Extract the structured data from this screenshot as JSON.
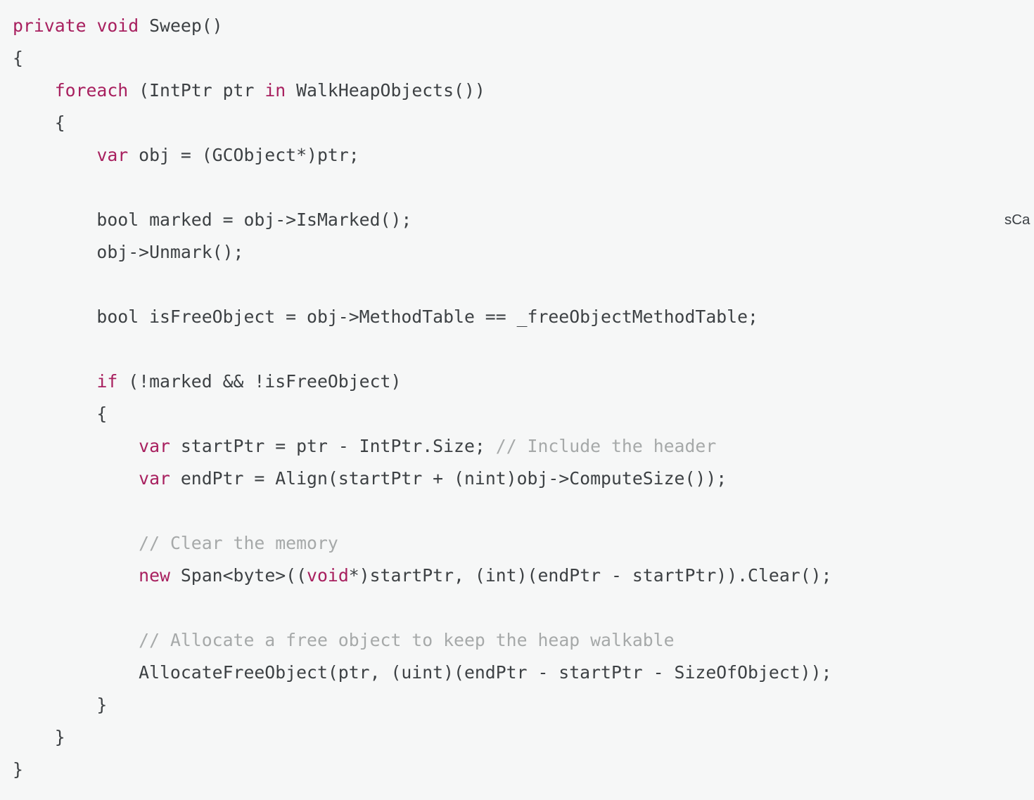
{
  "colors": {
    "background": "#f6f7f7",
    "text": "#3d4144",
    "keyword": "#a8205f",
    "comment": "#a6a9a9",
    "fragment_text": "#3b4045"
  },
  "code_block": {
    "language": "csharp",
    "lines": [
      [
        {
          "t": "k",
          "v": "private"
        },
        {
          "t": "p",
          "v": " "
        },
        {
          "t": "k",
          "v": "void"
        },
        {
          "t": "p",
          "v": " Sweep()"
        }
      ],
      [
        {
          "t": "p",
          "v": "{"
        }
      ],
      [
        {
          "t": "p",
          "v": "    "
        },
        {
          "t": "k",
          "v": "foreach"
        },
        {
          "t": "p",
          "v": " (IntPtr ptr "
        },
        {
          "t": "k",
          "v": "in"
        },
        {
          "t": "p",
          "v": " WalkHeapObjects())"
        }
      ],
      [
        {
          "t": "p",
          "v": "    {"
        }
      ],
      [
        {
          "t": "p",
          "v": "        "
        },
        {
          "t": "k",
          "v": "var"
        },
        {
          "t": "p",
          "v": " obj = (GCObject*)ptr;"
        }
      ],
      [],
      [
        {
          "t": "p",
          "v": "        bool marked = obj->IsMarked();"
        }
      ],
      [
        {
          "t": "p",
          "v": "        obj->Unmark();"
        }
      ],
      [],
      [
        {
          "t": "p",
          "v": "        bool isFreeObject = obj->MethodTable == _freeObjectMethodTable;"
        }
      ],
      [],
      [
        {
          "t": "p",
          "v": "        "
        },
        {
          "t": "k",
          "v": "if"
        },
        {
          "t": "p",
          "v": " (!marked && !isFreeObject)"
        }
      ],
      [
        {
          "t": "p",
          "v": "        {"
        }
      ],
      [
        {
          "t": "p",
          "v": "            "
        },
        {
          "t": "k",
          "v": "var"
        },
        {
          "t": "p",
          "v": " startPtr = ptr - IntPtr.Size; "
        },
        {
          "t": "c",
          "v": "// Include the header"
        }
      ],
      [
        {
          "t": "p",
          "v": "            "
        },
        {
          "t": "k",
          "v": "var"
        },
        {
          "t": "p",
          "v": " endPtr = Align(startPtr + (nint)obj->ComputeSize());"
        }
      ],
      [],
      [
        {
          "t": "p",
          "v": "            "
        },
        {
          "t": "c",
          "v": "// Clear the memory"
        }
      ],
      [
        {
          "t": "p",
          "v": "            "
        },
        {
          "t": "k",
          "v": "new"
        },
        {
          "t": "p",
          "v": " Span<byte>(("
        },
        {
          "t": "k",
          "v": "void"
        },
        {
          "t": "p",
          "v": "*)startPtr, (int)(endPtr - startPtr)).Clear();"
        }
      ],
      [],
      [
        {
          "t": "p",
          "v": "            "
        },
        {
          "t": "c",
          "v": "// Allocate a free object to keep the heap walkable"
        }
      ],
      [
        {
          "t": "p",
          "v": "            AllocateFreeObject(ptr, (uint)(endPtr - startPtr - SizeOfObject));"
        }
      ],
      [
        {
          "t": "p",
          "v": "        }"
        }
      ],
      [
        {
          "t": "p",
          "v": "    }"
        }
      ],
      [
        {
          "t": "p",
          "v": "}"
        }
      ]
    ]
  },
  "edge_fragment": {
    "text": "sCa"
  }
}
